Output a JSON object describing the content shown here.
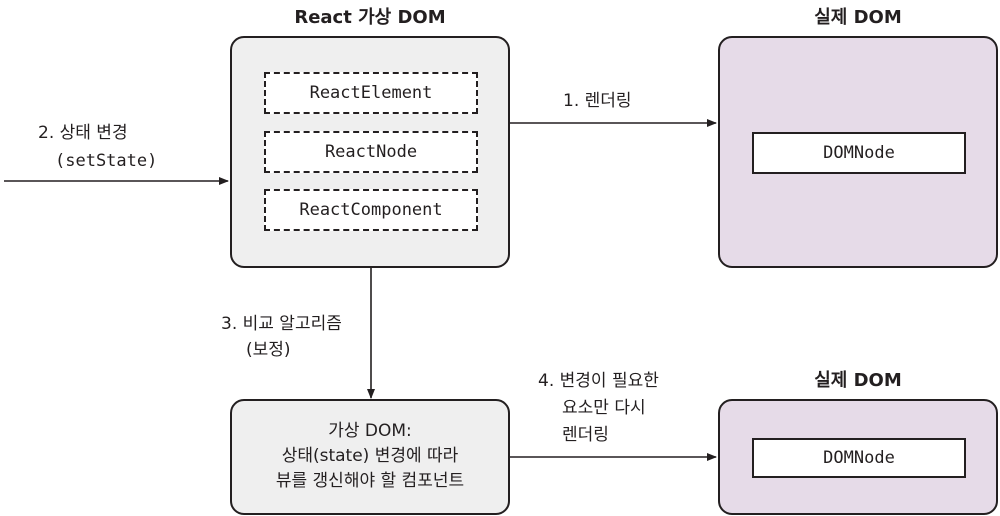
{
  "virtual_dom": {
    "title": "React 가상 DOM",
    "items": [
      "ReactElement",
      "ReactNode",
      "ReactComponent"
    ]
  },
  "real_dom_top": {
    "title": "실제 DOM",
    "node": "DOMNode"
  },
  "real_dom_bottom": {
    "title": "실제 DOM",
    "node": "DOMNode"
  },
  "step1": "1. 렌더링",
  "step2": {
    "line1": "2. 상태 변경",
    "line2": "(setState)"
  },
  "step3": {
    "line1": "3. 비교 알고리즘",
    "line2": "(보정)"
  },
  "step4": {
    "line1": "4. 변경이 필요한",
    "line2": "요소만 다시",
    "line3": "렌더링"
  },
  "virtual_result": {
    "line1": "가상 DOM:",
    "line2": "상태(state) 변경에 따라",
    "line3": "뷰를 갱신해야 할 컴포넌트"
  }
}
